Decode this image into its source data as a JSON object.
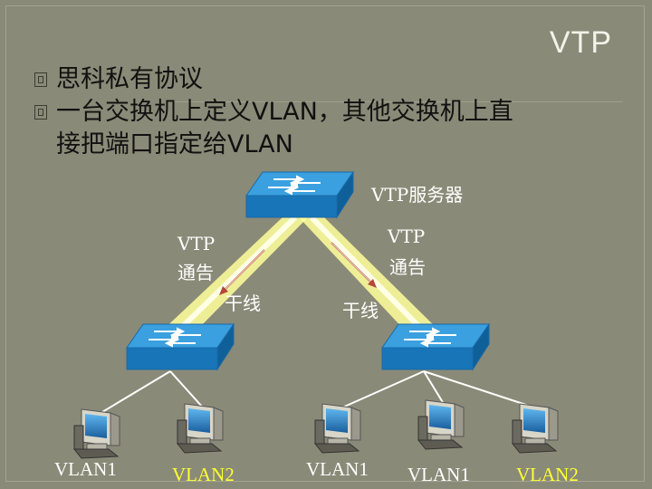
{
  "slide": {
    "title": "VTP",
    "bullets": [
      "思科私有协议",
      "一台交换机上定义VLAN，其他交换机上直接把端口指定给VLAN"
    ],
    "bullet_lines": [
      "思科私有协议",
      "一台交换机上定义VLAN，其他交换机上直",
      "接把端口指定给VLAN"
    ]
  },
  "diagram": {
    "server_label": "VTP服务器",
    "left_advert": [
      "VTP",
      "通告"
    ],
    "right_advert": [
      "VTP",
      "通告"
    ],
    "left_trunk": "干线",
    "right_trunk": "干线",
    "hosts": [
      {
        "label": "VLAN1",
        "color": "#ffffff"
      },
      {
        "label": "VLAN2",
        "color": "#ffff33"
      },
      {
        "label": "VLAN1",
        "color": "#ffffff"
      },
      {
        "label": "VLAN1",
        "color": "#ffffff"
      },
      {
        "label": "VLAN2",
        "color": "#ffff33"
      }
    ]
  },
  "colors": {
    "background": "#8a8a78",
    "switch_top": "#2a8fd0",
    "switch_side": "#1672b4",
    "trunk_glow": "#ffffb0",
    "advert_arrow": "#b3473a"
  },
  "icons": [
    "switch-icon",
    "workstation-icon",
    "bullet-square-icon"
  ]
}
